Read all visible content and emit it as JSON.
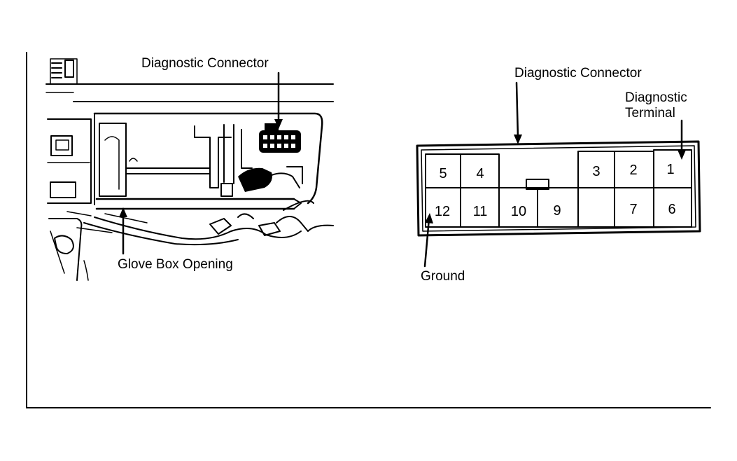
{
  "left_figure": {
    "callout_connector": "Diagnostic Connector",
    "callout_opening": "Glove Box Opening"
  },
  "right_figure": {
    "callout_connector": "Diagnostic Connector",
    "callout_terminal_line1": "Diagnostic",
    "callout_terminal_line2": "Terminal",
    "callout_ground": "Ground",
    "pins": {
      "p1": "1",
      "p2": "2",
      "p3": "3",
      "p4": "4",
      "p5": "5",
      "p6": "6",
      "p7": "7",
      "p9": "9",
      "p10": "10",
      "p11": "11",
      "p12": "12"
    }
  }
}
